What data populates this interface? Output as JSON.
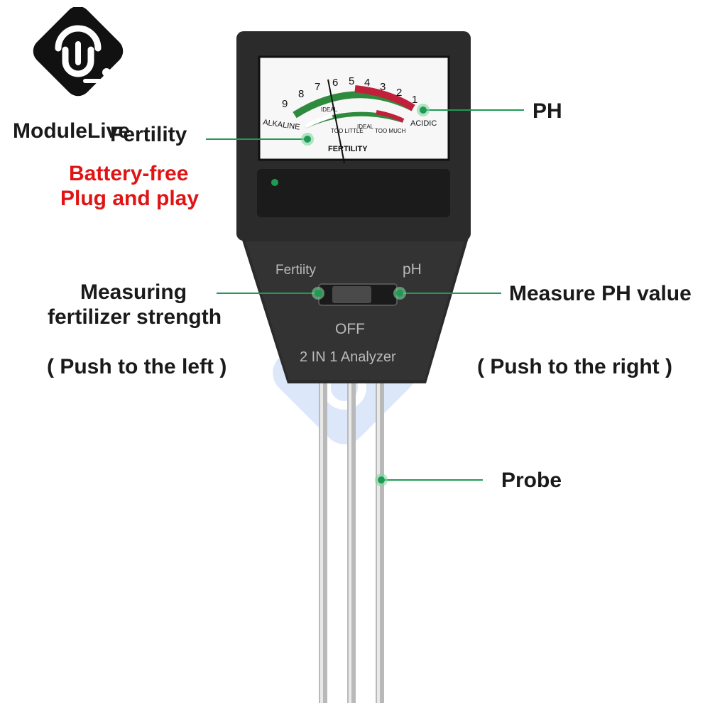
{
  "brand": {
    "name": "ModuleLive",
    "logo_icon": "circuit-logo-icon"
  },
  "device": {
    "meter": {
      "scale_numbers": [
        "9",
        "8",
        "7",
        "6",
        "5",
        "4",
        "3",
        "2",
        "1"
      ],
      "alkaline_label": "ALKALINE",
      "acidic_label": "ACIDIC",
      "ideal_label": "IDEAL",
      "too_little_label": "TOO LITTLE",
      "ideal_center_label": "IDEAL",
      "too_much_label": "TOO MUCH",
      "fertility_label": "FERTILITY"
    },
    "switch": {
      "left_label": "Fertiity",
      "right_label": "pH",
      "off_label": "OFF",
      "model_label": "2 IN 1 Analyzer"
    }
  },
  "callouts": {
    "ph": "PH",
    "fertility": "Fertility",
    "battery_free": "Battery-free",
    "plug_and_play": "Plug and play",
    "measuring_line1": "Measuring",
    "measuring_line2": "fertilizer strength",
    "measure_ph": "Measure PH value",
    "push_left": "( Push to the left )",
    "push_right": "( Push to the right )",
    "probe": "Probe"
  },
  "colors": {
    "callout_green": "#1f9a55",
    "red_text": "#e01414",
    "device_body": "#2b2b2b"
  }
}
